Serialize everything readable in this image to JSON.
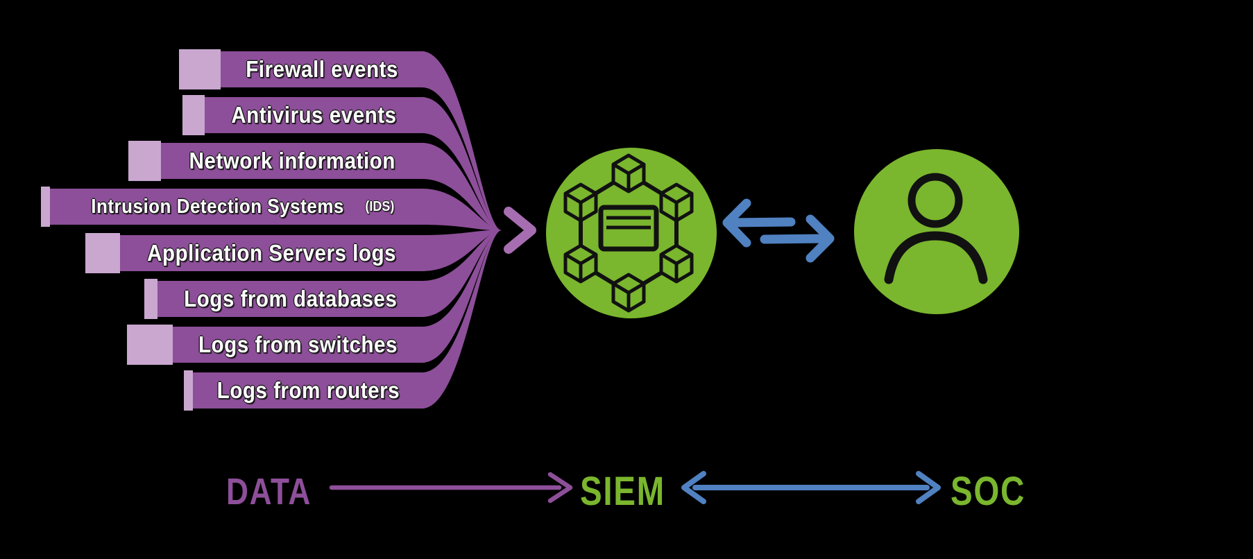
{
  "colors": {
    "background": "#000000",
    "purple": "#8d4f99",
    "purpleLight": "#c9a7cf",
    "purpleMid": "#a76db1",
    "green": "#7ab62e",
    "blue": "#5081c1",
    "ink": "#111111",
    "bannerText": "#ffffff"
  },
  "sources": [
    {
      "label": "Firewall events",
      "suffix": ""
    },
    {
      "label": "Antivirus events",
      "suffix": ""
    },
    {
      "label": "Network information",
      "suffix": ""
    },
    {
      "label": "Intrusion Detection Systems",
      "suffix": "(IDS)"
    },
    {
      "label": "Application Servers logs",
      "suffix": ""
    },
    {
      "label": "Logs from databases",
      "suffix": ""
    },
    {
      "label": "Logs from switches",
      "suffix": ""
    },
    {
      "label": "Logs from routers",
      "suffix": ""
    }
  ],
  "nodes": {
    "siem": {
      "icon": "network-cubes-icon"
    },
    "soc": {
      "icon": "person-icon"
    }
  },
  "footer": {
    "data_label": "DATA",
    "siem_label": "SIEM",
    "soc_label": "SOC"
  }
}
